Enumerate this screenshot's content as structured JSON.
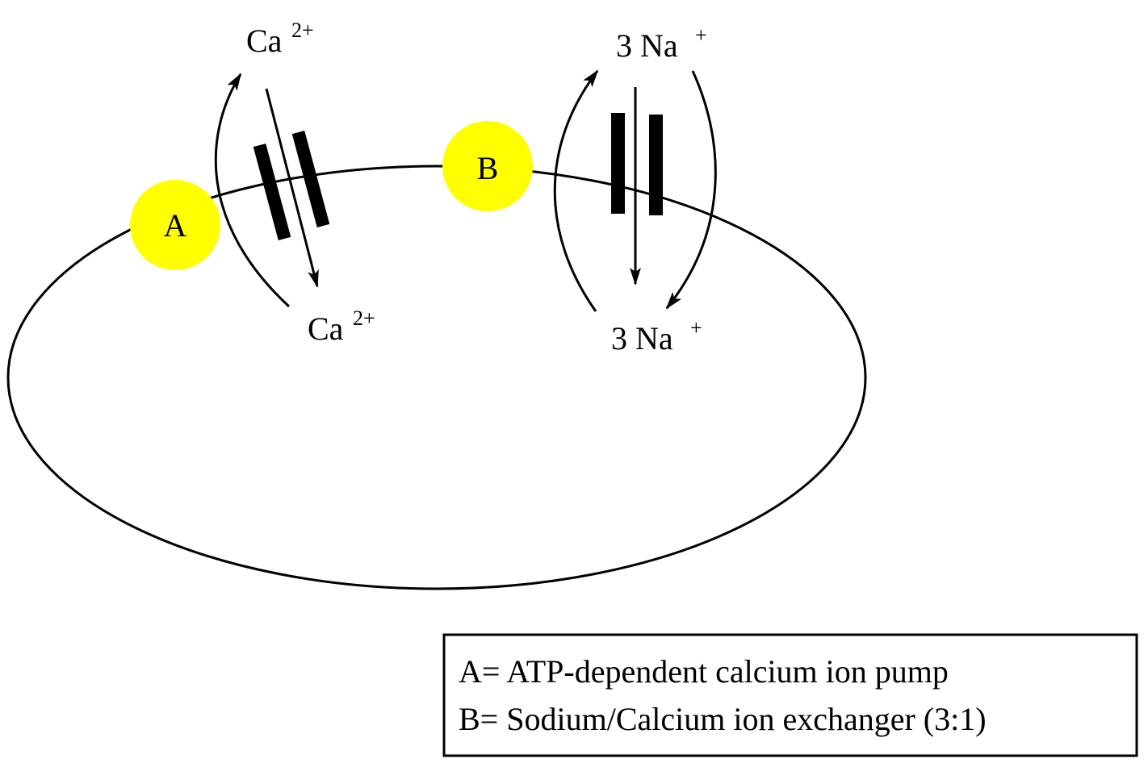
{
  "colors": {
    "node_fill": "#ffff00",
    "stroke": "#000000",
    "background": "#ffffff"
  },
  "ions": {
    "ca_top": {
      "base": "Ca",
      "charge": "2+"
    },
    "ca_bottom": {
      "base": "Ca",
      "charge": "2+"
    },
    "na_top": {
      "base": "3 Na",
      "charge": "+"
    },
    "na_bottom": {
      "base": "3 Na",
      "charge": "+"
    }
  },
  "nodes": {
    "a": {
      "label": "A"
    },
    "b": {
      "label": "B"
    }
  },
  "legend": {
    "line_a": "A= ATP-dependent calcium ion pump",
    "line_b": "B= Sodium/Calcium ion exchanger (3:1)"
  }
}
